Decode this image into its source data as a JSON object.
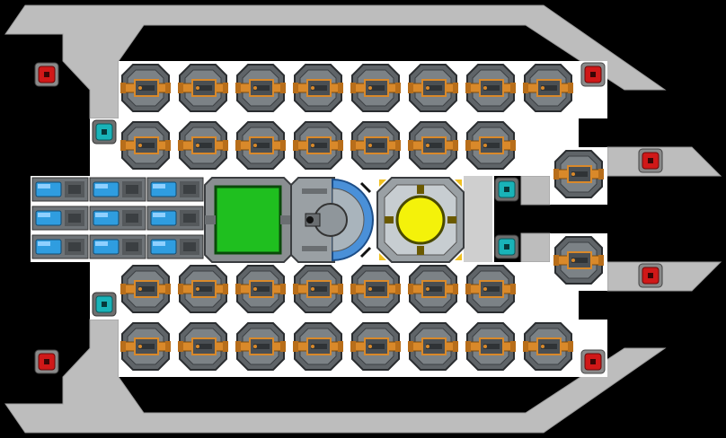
{
  "scene": {
    "kind": "ship-builder-grid",
    "colors": {
      "background": "#000000",
      "hull_frame": "#bdbdbd",
      "deck": "#ffffff",
      "cannon_body": "#5f6468",
      "cannon_barrel": "#d9892a",
      "red_node": "#d01818",
      "cyan_node": "#19b3b8",
      "battery_cell": "#2f9de0",
      "green_bay": "#1fbf1f",
      "reactor_core": "#f4f20a",
      "shield_ring": "#4a90d8"
    }
  },
  "grid": {
    "cannon_rows": [
      {
        "row": "top-outer",
        "count": 8
      },
      {
        "row": "top-inner",
        "count": 7
      },
      {
        "row": "bottom-inner",
        "count": 7
      },
      {
        "row": "bottom-outer",
        "count": 8
      }
    ],
    "side_turrets": 2,
    "battery_cells": 9
  },
  "modules": {
    "cargo_bay": {
      "icon": "green-bay-icon"
    },
    "shield_generator": {
      "icon": "shield-dome-icon"
    },
    "reactor": {
      "icon": "reactor-core-icon"
    },
    "node_red": {
      "icon": "red-node-icon",
      "count": 6
    },
    "node_cyan": {
      "icon": "cyan-node-icon",
      "count": 4
    }
  }
}
